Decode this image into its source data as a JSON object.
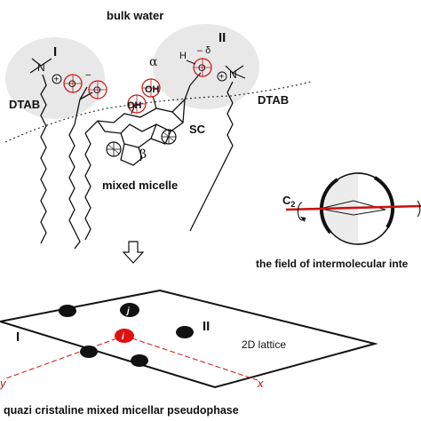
{
  "labels": {
    "bulk_water": "bulk water",
    "group_one": "I",
    "group_two": "II",
    "dtab_left": "DTAB",
    "dtab_right": "DTAB",
    "alpha": "α",
    "beta": "β",
    "sc": "SC",
    "mixed_micelle": "mixed micelle",
    "field_caption": "the field of intermolecular inte",
    "c2": "C",
    "c2_sub": "2",
    "lattice_left": "I",
    "lattice_right": "II",
    "lattice_2d": "2D lattice",
    "site_j": "j",
    "site_i": "i",
    "axis_x": "x",
    "axis_y": "y",
    "pseudophase_caption": "quazi cristaline mixed micellar pseudophase"
  },
  "chem": {
    "n_atom": "N",
    "plus_sign": "+",
    "o_atom": "O",
    "minus_sign": "−",
    "oh": "OH",
    "h_atom": "H",
    "delta_minus": "– δ"
  },
  "colors": {
    "accent_red": "#cc1111",
    "lattice_dot": "#111111",
    "shade": "#e8e8e8"
  }
}
